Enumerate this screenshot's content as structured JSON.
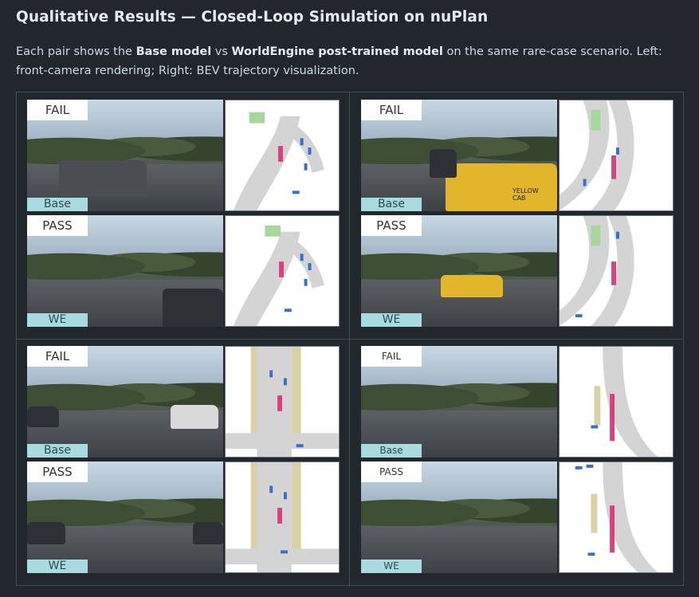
{
  "heading": "Qualitative Results — Closed-Loop Simulation on nuPlan",
  "intro": {
    "p1": "Each pair shows the ",
    "b1": "Base model",
    "p2": " vs ",
    "b2": "WorldEngine post-trained model",
    "p3": " on the same rare-case scenario. Left: front-camera rendering; Right: BEV trajectory visualization."
  },
  "pairs": [
    {
      "top": {
        "verdict": "FAIL",
        "model": "Base"
      },
      "bottom": {
        "verdict": "PASS",
        "model": "WE"
      }
    },
    {
      "top": {
        "verdict": "FAIL",
        "model": "Base"
      },
      "bottom": {
        "verdict": "PASS",
        "model": "WE"
      }
    },
    {
      "top": {
        "verdict": "FAIL",
        "model": "Base"
      },
      "bottom": {
        "verdict": "PASS",
        "model": "WE"
      }
    },
    {
      "top": {
        "verdict": "FAIL",
        "model": "Base"
      },
      "bottom": {
        "verdict": "PASS",
        "model": "WE"
      }
    }
  ],
  "photo_text": {
    "taxi_label": "YELLOW CAB"
  },
  "colors": {
    "ego": "#d8407f",
    "agent": "#3a6fc4",
    "road": "#d4d4d4",
    "sidewalk": "#d9d2a8",
    "grass": "#a9d59f"
  }
}
